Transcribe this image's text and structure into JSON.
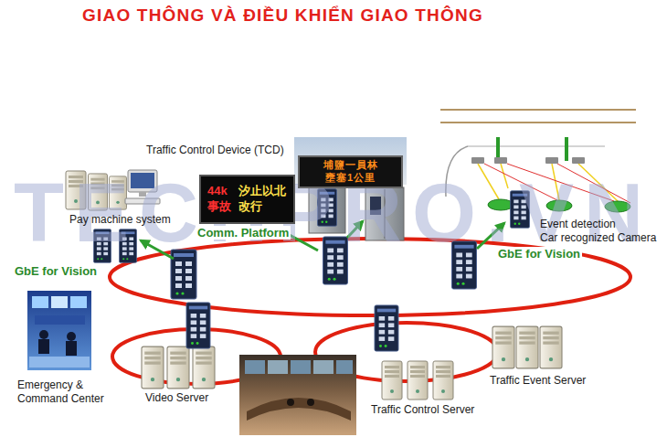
{
  "diagram": {
    "title": "GIAO THÔNG VÀ ĐIỀU KHIỂN GIAO THÔNG",
    "nodes": [
      {
        "text": [
          "埔鹽一員林",
          "壅塞1公里"
        ]
      },
      {
        "text": [
          "44k",
          "事故",
          "汐止以北",
          "改行"
        ]
      },
      {
        "text": [
          "Pay machine system"
        ]
      },
      {
        "text": [
          "Event detection",
          "Car recognized Camera"
        ]
      },
      {
        "text": [
          "Emergency & Command Center"
        ]
      },
      {
        "text": [
          "Video Server"
        ]
      },
      {
        "text": [
          "Traffic Event Server"
        ]
      },
      {
        "text": [
          "Traffic Control Server"
        ]
      }
    ],
    "labels": [
      "Traffic Control Device (TCD)",
      "Comm. Platform",
      "GbE for Vision",
      "GbE for Vision",
      "TECHPRO.VN"
    ]
  }
}
